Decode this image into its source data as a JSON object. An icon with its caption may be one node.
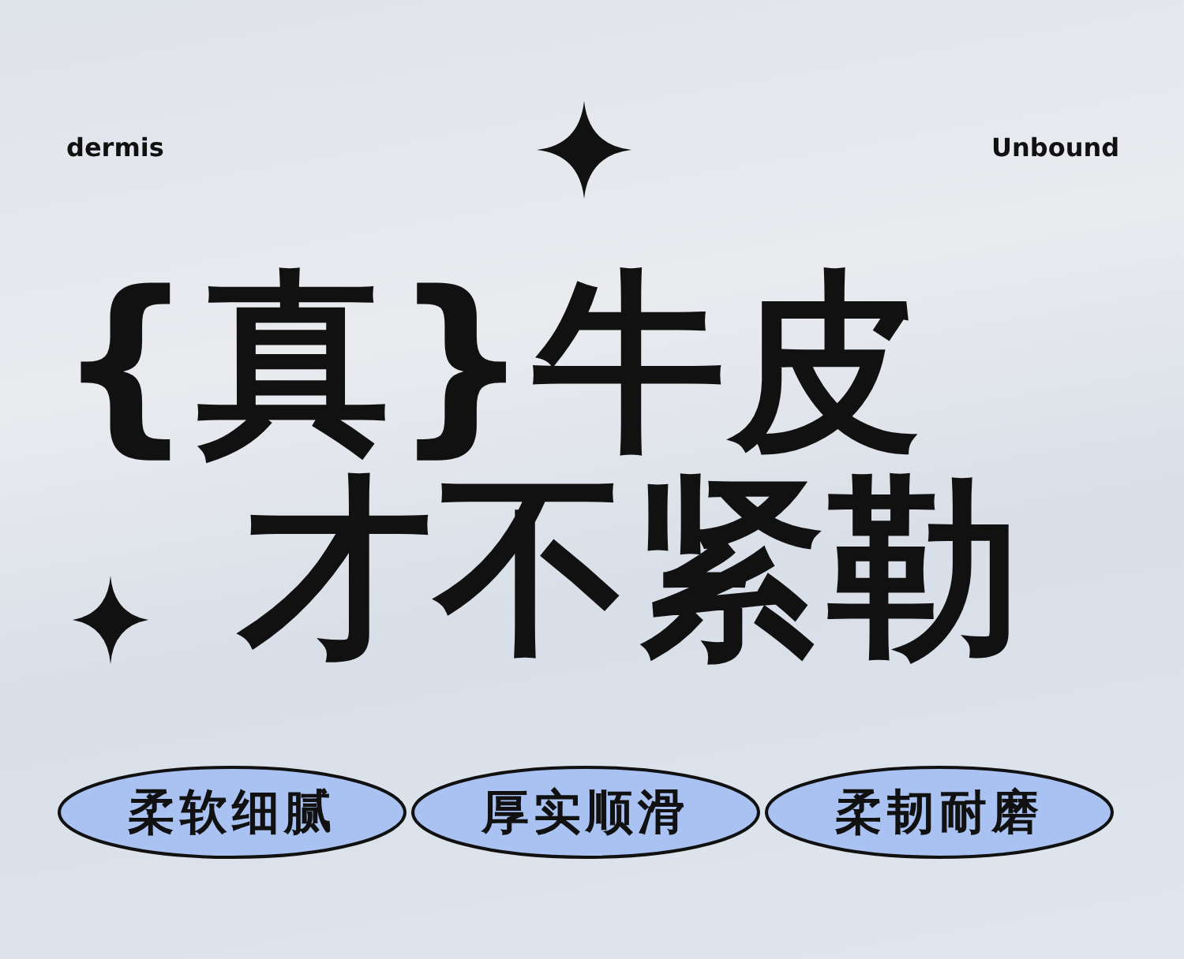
{
  "diagram": {
    "nodes": [
      {
        "text": [
          "柔软细腻"
        ]
      },
      {
        "text": [
          "厚实顺滑"
        ]
      },
      {
        "text": [
          "柔韧耐磨"
        ]
      }
    ],
    "labels": [
      "dermis",
      "Unbound",
      "{真}牛皮",
      "才不紧勒"
    ]
  }
}
